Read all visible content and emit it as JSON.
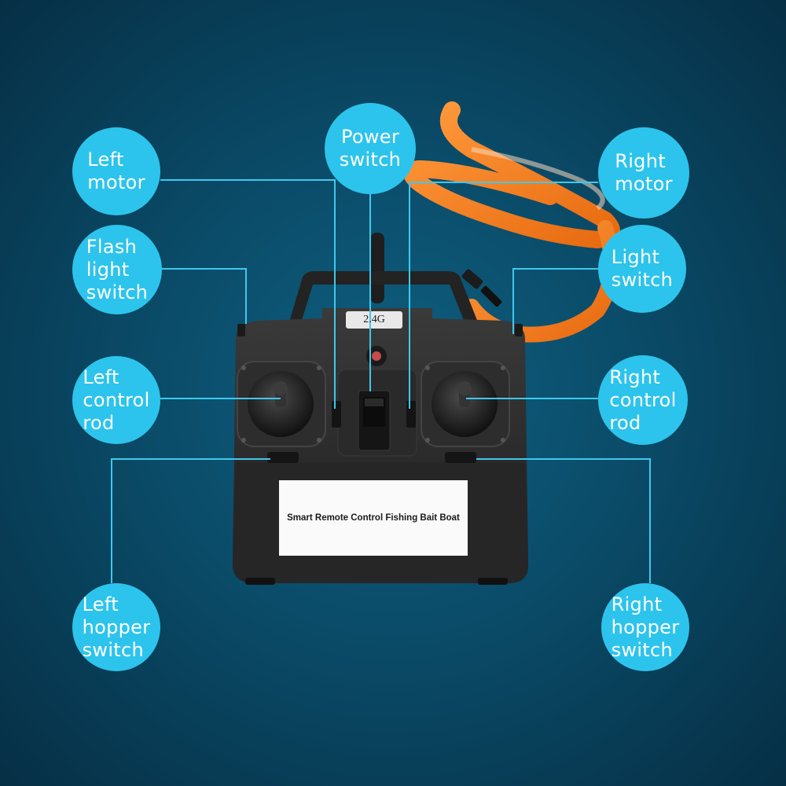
{
  "labels": {
    "left_motor": "Left\nmotor",
    "power_switch": "Power\nswitch",
    "right_motor": "Right\nmotor",
    "flash_light_switch": "Flash\nlight\nswitch",
    "light_switch": "Light\nswitch",
    "left_control_rod": "Left\ncontrol\nrod",
    "right_control_rod": "Right\ncontrol\nrod",
    "left_hopper_switch": "Left\nhopper\nswitch",
    "right_hopper_switch": "Right\nhopper\nswitch"
  },
  "device": {
    "band_label": "2.4G",
    "product_label": "Smart Remote Control Fishing Bait Boat"
  },
  "colors": {
    "bubble": "#2cc4ec",
    "leader_line": "#3fc8ee",
    "background": "#0a4b68",
    "lanyard": "#f07a1e",
    "device_body": "#2b2b2b"
  }
}
